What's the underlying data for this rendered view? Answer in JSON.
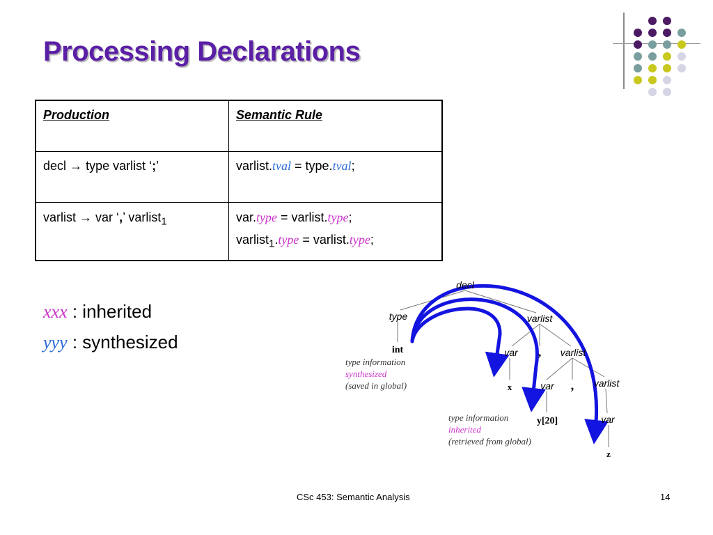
{
  "slide": {
    "title": "Processing Declarations",
    "footer": "CSc 453: Semantic Analysis",
    "page_number": "14"
  },
  "table": {
    "headers": [
      "Production",
      "Semantic Rule"
    ],
    "rows": [
      {
        "production": {
          "lhs": "decl",
          "arrow": "→",
          "rhs": "type varlist ‘",
          "term": ";",
          "close": "’"
        },
        "rule": {
          "a": "varlist.",
          "a_attr": "tval",
          "eq": " = type.",
          "b_attr": "tval",
          "end": ";"
        }
      },
      {
        "production": {
          "lhs": "varlist",
          "arrow": "→",
          "rhs": "var ‘",
          "term": ",",
          "close": "’ varlist",
          "sub": "1"
        },
        "rule": {
          "line1": {
            "a": "var.",
            "a_attr": "type",
            "eq": " = varlist.",
            "b_attr": "type",
            "end": ";"
          },
          "line2": {
            "a": "varlist",
            "sub": "1",
            "dot": ".",
            "a_attr": "type",
            "eq": " = varlist.",
            "b_attr": "type",
            "end": ";"
          }
        }
      }
    ]
  },
  "legend": [
    {
      "key": "xxx",
      "text": " : inherited",
      "color": "#cc33cc"
    },
    {
      "key": "yyy",
      "text": " : synthesized",
      "color": "#2c6cd9"
    }
  ],
  "tree": {
    "decl": "decl",
    "type": "type",
    "varlist1": "varlist",
    "int": "int",
    "var1": "var",
    "comma1": ",",
    "varlist2": "varlist",
    "x": "x",
    "var2": "var",
    "comma2": ",",
    "varlist3": "varlist",
    "y": "y[20]",
    "var3": "var",
    "z": "z"
  },
  "annotations": {
    "synth": {
      "line1": "type information",
      "line2": "synthesized",
      "line3": "(saved in global)"
    },
    "inh": {
      "line1": "type information",
      "line2": "inherited",
      "line3": "(retrieved from global)"
    }
  },
  "colors": {
    "title": "#5b1fa6",
    "inherited": "#cc33cc",
    "synthesized": "#2c6cd9",
    "arrow": "#1414e0",
    "dot_purple": "#4b1a63",
    "dot_teal": "#7a9e9e",
    "dot_yellow": "#c8c81e",
    "dot_lilac": "#d5d5e6"
  }
}
